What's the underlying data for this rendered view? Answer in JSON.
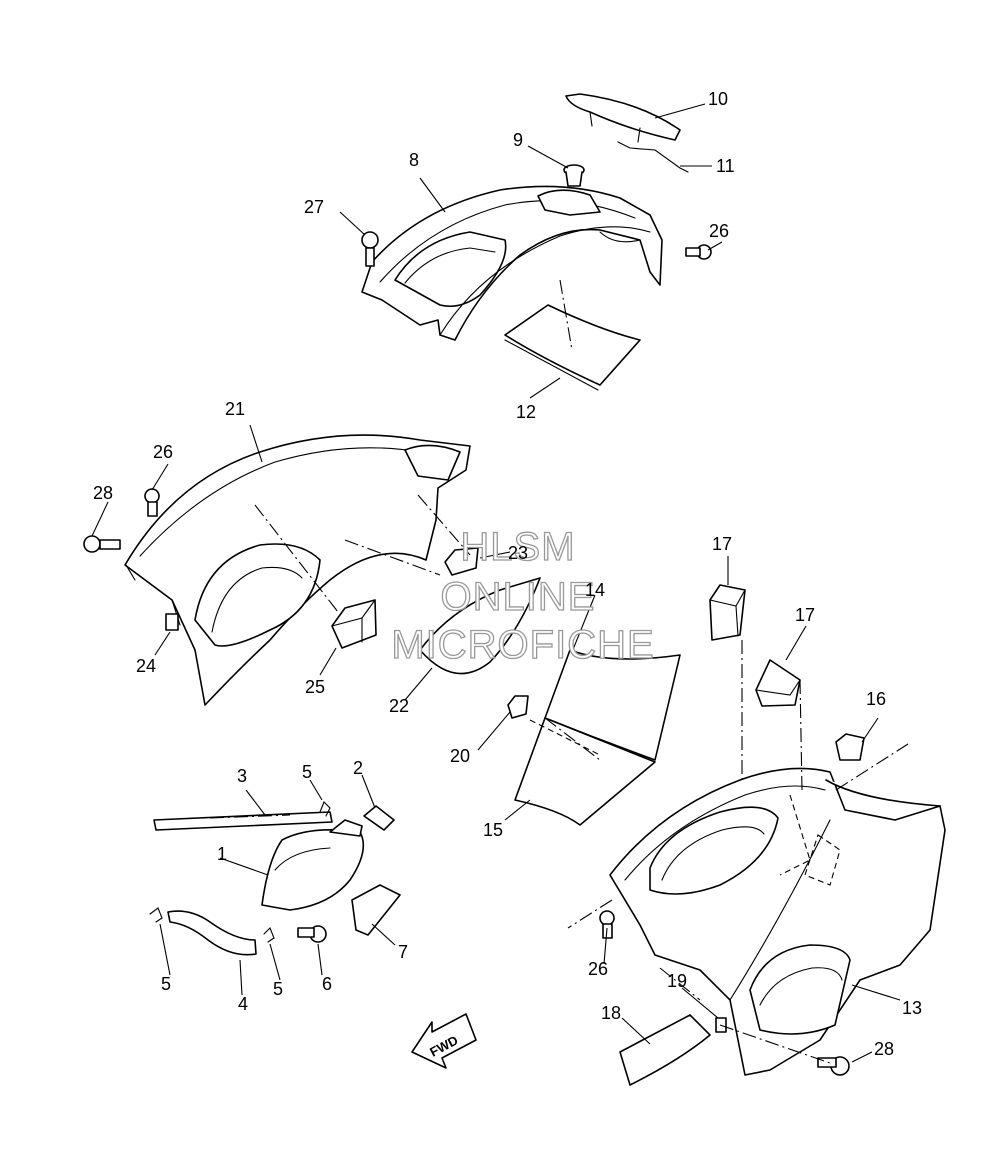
{
  "watermark": {
    "line1": "HLSM",
    "line2": "ONLINE",
    "line3": "MICROFICHE"
  },
  "direction_arrow": {
    "label": "FWD"
  },
  "callouts": [
    {
      "id": "c1",
      "text": "1"
    },
    {
      "id": "c2",
      "text": "2"
    },
    {
      "id": "c3",
      "text": "3"
    },
    {
      "id": "c4",
      "text": "4"
    },
    {
      "id": "c5a",
      "text": "5"
    },
    {
      "id": "c5b",
      "text": "5"
    },
    {
      "id": "c5c",
      "text": "5"
    },
    {
      "id": "c6",
      "text": "6"
    },
    {
      "id": "c7",
      "text": "7"
    },
    {
      "id": "c8",
      "text": "8"
    },
    {
      "id": "c9",
      "text": "9"
    },
    {
      "id": "c10",
      "text": "10"
    },
    {
      "id": "c11",
      "text": "11"
    },
    {
      "id": "c12",
      "text": "12"
    },
    {
      "id": "c13",
      "text": "13"
    },
    {
      "id": "c14",
      "text": "14"
    },
    {
      "id": "c15",
      "text": "15"
    },
    {
      "id": "c16",
      "text": "16"
    },
    {
      "id": "c17a",
      "text": "17"
    },
    {
      "id": "c17b",
      "text": "17"
    },
    {
      "id": "c18",
      "text": "18"
    },
    {
      "id": "c19",
      "text": "19"
    },
    {
      "id": "c20",
      "text": "20"
    },
    {
      "id": "c21",
      "text": "21"
    },
    {
      "id": "c22",
      "text": "22"
    },
    {
      "id": "c23",
      "text": "23"
    },
    {
      "id": "c24",
      "text": "24"
    },
    {
      "id": "c25",
      "text": "25"
    },
    {
      "id": "c26a",
      "text": "26"
    },
    {
      "id": "c26b",
      "text": "26"
    },
    {
      "id": "c26c",
      "text": "26"
    },
    {
      "id": "c27",
      "text": "27"
    },
    {
      "id": "c28a",
      "text": "28"
    },
    {
      "id": "c28b",
      "text": "28"
    }
  ]
}
